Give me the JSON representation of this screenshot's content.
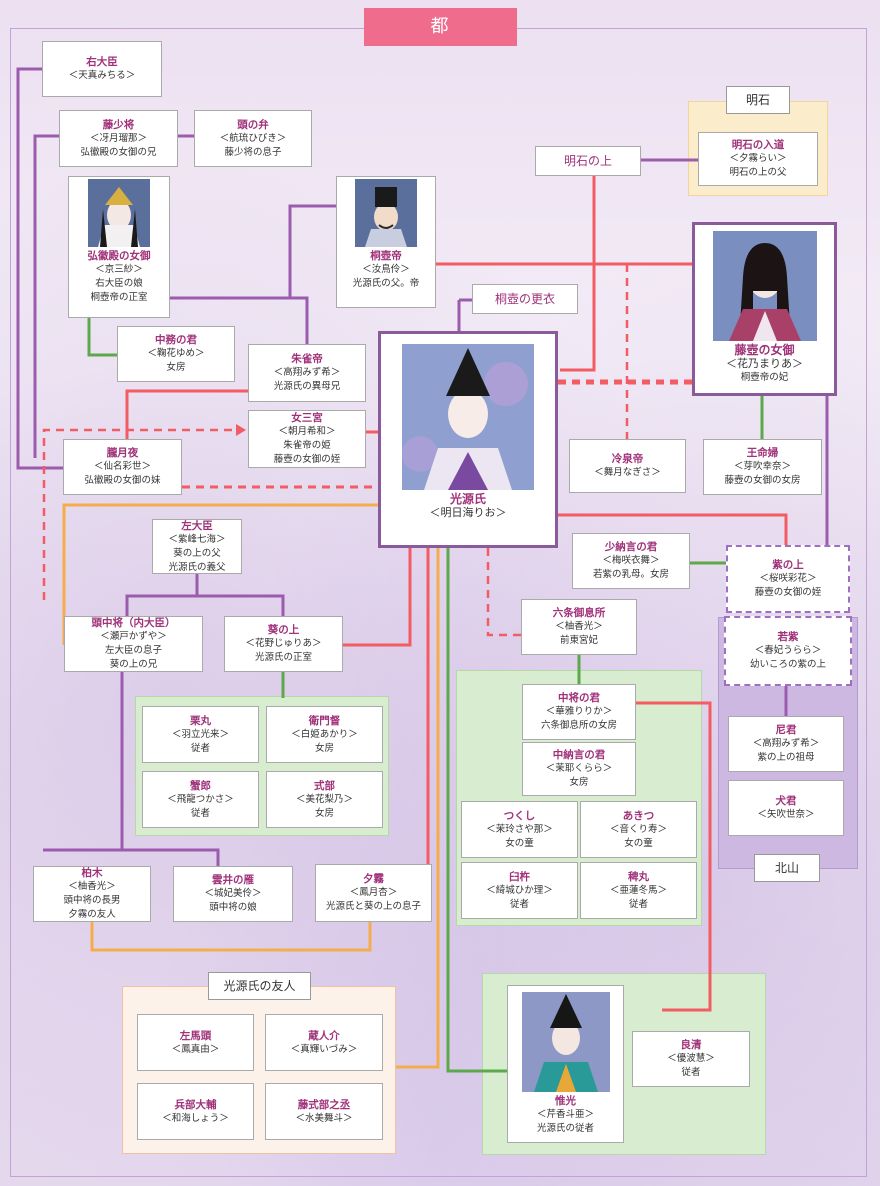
{
  "header": "都",
  "region_labels": {
    "akashi": "明石",
    "kitayama": "北山",
    "friends": "光源氏の友人"
  },
  "label_boxes": {
    "akashi_no_ue": "明石の上",
    "kiritsubo_koui": "桐壺の更衣"
  },
  "people": {
    "udaijin": {
      "name": "右大臣",
      "actor": "＜天真みちる＞"
    },
    "tou_shoushou": {
      "name": "藤少将",
      "actor": "＜冴月瑠那＞",
      "desc": "弘徽殿の女御の兄"
    },
    "tou_no_ben": {
      "name": "頭の弁",
      "actor": "＜航琉ひびき＞",
      "desc": "藤少将の息子"
    },
    "akashi_nyudo": {
      "name": "明石の入道",
      "actor": "＜夕霧らい＞",
      "desc": "明石の上の父"
    },
    "kokiden": {
      "name": "弘徽殿の女御",
      "actor": "＜京三紗＞",
      "desc": "右大臣の娘",
      "desc2": "桐壺帝の正室"
    },
    "kiritsubo_tei": {
      "name": "桐壺帝",
      "actor": "＜汝鳥伶＞",
      "desc": "光源氏の父。帝"
    },
    "fujitsubo": {
      "name": "藤壺の女御",
      "actor": "＜花乃まりあ＞",
      "desc": "桐壺帝の妃"
    },
    "nakatsukasa": {
      "name": "中務の君",
      "actor": "＜鞠花ゆめ＞",
      "desc": "女房"
    },
    "suzaku": {
      "name": "朱雀帝",
      "actor": "＜高翔みず希＞",
      "desc": "光源氏の異母兄"
    },
    "genji": {
      "name": "光源氏",
      "actor": "＜明日海りお＞"
    },
    "onna_sannomiya": {
      "name": "女三宮",
      "actor": "＜朝月希和＞",
      "desc": "朱雀帝の姫",
      "desc2": "藤壺の女御の姪"
    },
    "oborozukiyo": {
      "name": "朧月夜",
      "actor": "＜仙名彩世＞",
      "desc": "弘徽殿の女御の妹"
    },
    "reizei": {
      "name": "冷泉帝",
      "actor": "＜舞月なぎさ＞"
    },
    "omyoubu": {
      "name": "王命婦",
      "actor": "＜芽吹幸奈＞",
      "desc": "藤壺の女御の女房"
    },
    "sadaijin": {
      "name": "左大臣",
      "actor": "＜紫峰七海＞",
      "desc": "葵の上の父",
      "desc2": "光源氏の義父"
    },
    "shounagon": {
      "name": "少納言の君",
      "actor": "＜梅咲衣舞＞",
      "desc": "若紫の乳母。女房"
    },
    "murasaki": {
      "name": "紫の上",
      "actor": "＜桜咲彩花＞",
      "desc": "藤壺の女御の姪"
    },
    "tou_no_chujo": {
      "name": "頭中将（内大臣）",
      "actor": "＜瀬戸かずや＞",
      "desc": "左大臣の息子",
      "desc2": "葵の上の兄"
    },
    "aoi": {
      "name": "葵の上",
      "actor": "＜花野じゅりあ＞",
      "desc": "光源氏の正室"
    },
    "rokujo": {
      "name": "六条御息所",
      "actor": "＜柚香光＞",
      "desc": "前東宮妃"
    },
    "wakamurasaki": {
      "name": "若紫",
      "actor": "＜春妃うらら＞",
      "desc": "幼いころの紫の上"
    },
    "kurimaru": {
      "name": "栗丸",
      "actor": "＜羽立光来＞",
      "desc": "従者"
    },
    "emon": {
      "name": "衛門督",
      "actor": "＜白姫あかり＞",
      "desc": "女房"
    },
    "chujo_no_kimi": {
      "name": "中将の君",
      "actor": "＜華雅りりか＞",
      "desc": "六条御息所の女房"
    },
    "chunagon": {
      "name": "中納言の君",
      "actor": "＜茉耶くらら＞",
      "desc": "女房"
    },
    "amagimi": {
      "name": "尼君",
      "actor": "＜高翔みず希＞",
      "desc": "紫の上の祖母"
    },
    "inukimi": {
      "name": "犬君",
      "actor": "＜矢吹世奈＞"
    },
    "kanirou": {
      "name": "蟹郎",
      "actor": "＜飛龍つかさ＞",
      "desc": "従者"
    },
    "shikibu": {
      "name": "式部",
      "actor": "＜美花梨乃＞",
      "desc": "女房"
    },
    "tsukushi": {
      "name": "つくし",
      "actor": "＜茉玲さや那＞",
      "desc": "女の童"
    },
    "akitsu": {
      "name": "あきつ",
      "actor": "＜音くり寿＞",
      "desc": "女の童"
    },
    "kashiwagi": {
      "name": "柏木",
      "actor": "＜柚香光＞",
      "desc": "頭中将の長男",
      "desc2": "夕霧の友人"
    },
    "kumoinokari": {
      "name": "雲井の雁",
      "actor": "＜城妃美伶＞",
      "desc": "頭中将の娘"
    },
    "yugiri": {
      "name": "夕霧",
      "actor": "＜鳳月杏＞",
      "desc": "光源氏と葵の上の息子"
    },
    "usuki": {
      "name": "臼杵",
      "actor": "＜綺城ひか理＞",
      "desc": "従者"
    },
    "hiemaru": {
      "name": "稗丸",
      "actor": "＜亜蓮冬馬＞",
      "desc": "従者"
    },
    "sama_no_kami": {
      "name": "左馬頭",
      "actor": "＜鳳真由＞"
    },
    "kurodo": {
      "name": "蔵人介",
      "actor": "＜真輝いづみ＞"
    },
    "koremitsu": {
      "name": "惟光",
      "actor": "＜芹香斗亜＞",
      "desc": "光源氏の従者"
    },
    "yoshikiyo": {
      "name": "良清",
      "actor": "＜優波慧＞",
      "desc": "従者"
    },
    "hyoubu": {
      "name": "兵部大輔",
      "actor": "＜和海しょう＞"
    },
    "toushikibu": {
      "name": "藤式部之丞",
      "actor": "＜水美舞斗＞"
    }
  },
  "colors": {
    "header": "#f06c8c",
    "purple_line": "#9c5cae",
    "red_line": "#f25c62",
    "green_line": "#5ca84a",
    "orange_line": "#f5ad4c",
    "name": "#a0327a"
  }
}
